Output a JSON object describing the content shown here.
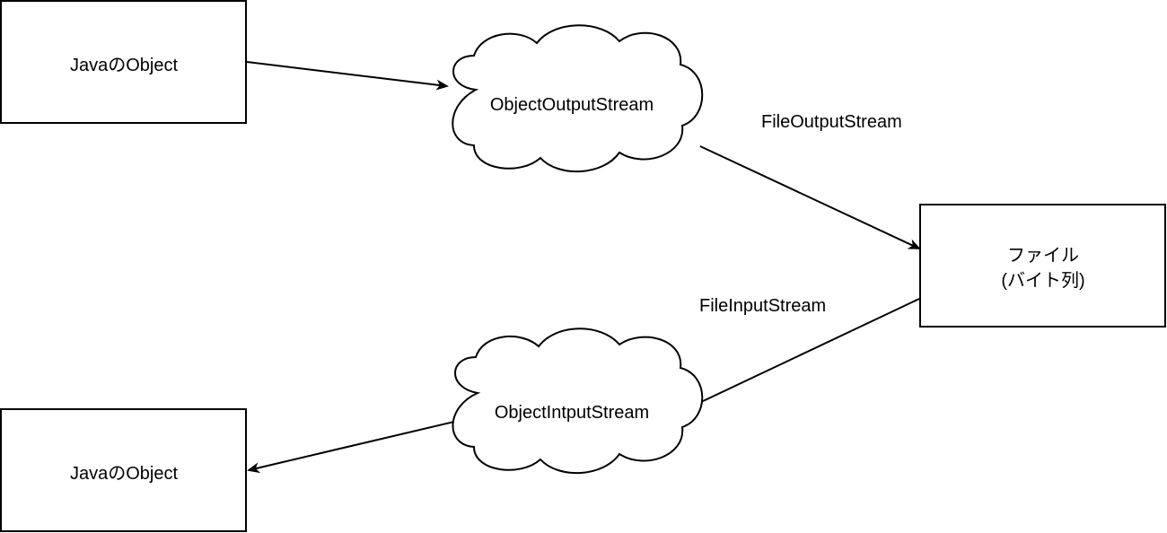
{
  "nodes": {
    "java_object_top": {
      "label": "JavaのObject"
    },
    "object_output_stream": {
      "label": "ObjectOutputStream"
    },
    "file": {
      "label_line1": "ファイル",
      "label_line2": "(バイト列)"
    },
    "object_input_stream": {
      "label": "ObjectIntputStream"
    },
    "java_object_bottom": {
      "label": "JavaのObject"
    }
  },
  "edges": {
    "file_output_stream": {
      "label": "FileOutputStream"
    },
    "file_input_stream": {
      "label": "FileInputStream"
    }
  },
  "colors": {
    "stroke": "#000000",
    "fill": "#ffffff",
    "background": "#ffffff"
  }
}
